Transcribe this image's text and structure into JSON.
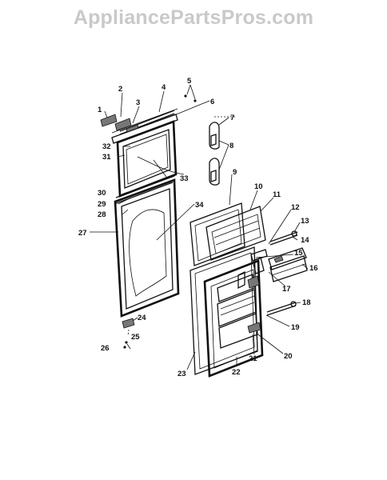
{
  "watermark": "AppliancePartsPros.com",
  "callouts": {
    "c1": "1",
    "c2": "2",
    "c3": "3",
    "c4": "4",
    "c5": "5",
    "c6": "6",
    "c7": "7",
    "c8": "8",
    "c9": "9",
    "c10": "10",
    "c11": "11",
    "c12": "12",
    "c13": "13",
    "c14": "14",
    "c15": "15",
    "c16": "16",
    "c17": "17",
    "c18": "18",
    "c19": "19",
    "c20": "20",
    "c21": "21",
    "c22": "22",
    "c23": "23",
    "c24": "24",
    "c25": "25",
    "c26": "26",
    "c27": "27",
    "c28": "28",
    "c29": "29",
    "c30": "30",
    "c31": "31",
    "c32": "32",
    "c33": "33",
    "c34": "34"
  }
}
